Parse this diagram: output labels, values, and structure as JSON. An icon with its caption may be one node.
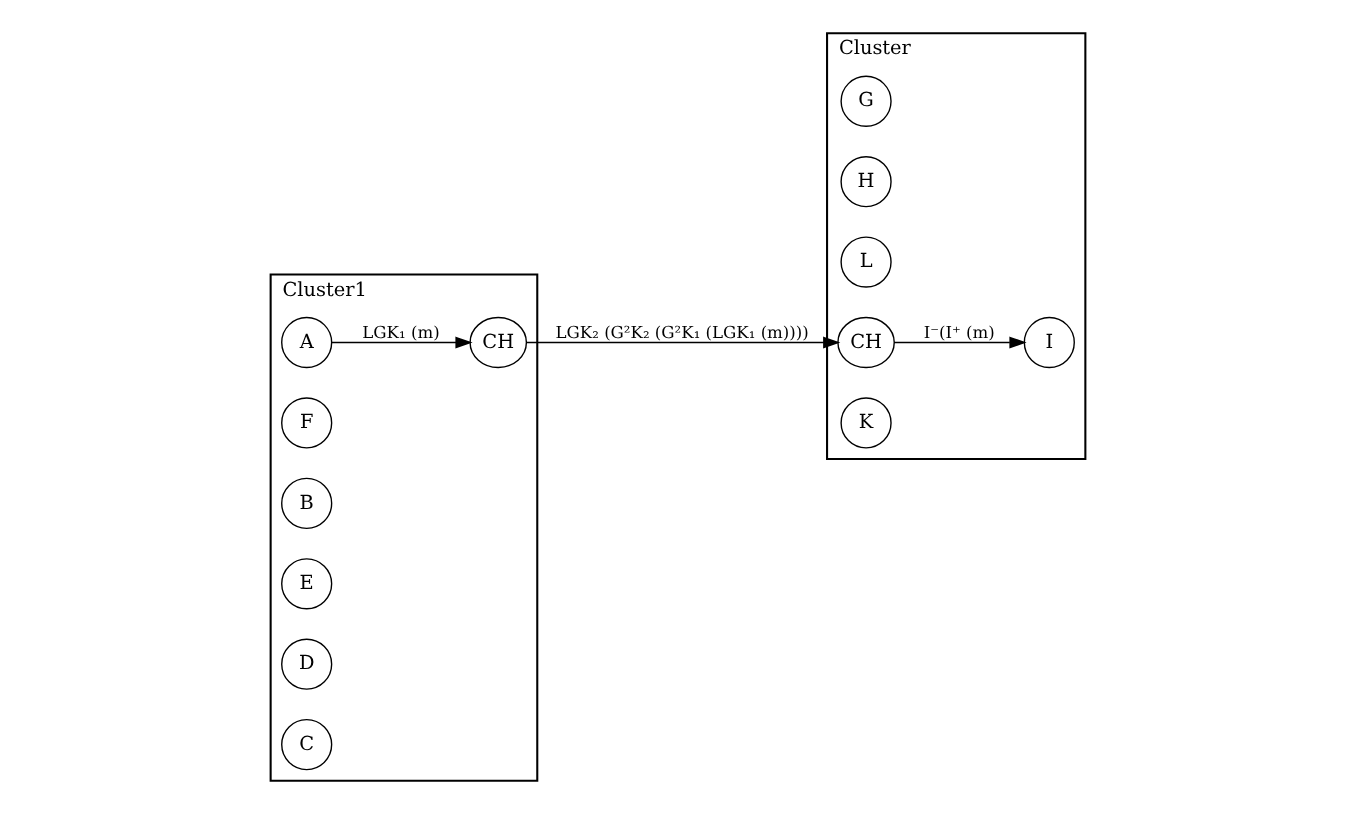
{
  "diagram": {
    "nodes": [
      {
        "text": [
          "Cluster1"
        ]
      },
      {
        "text": [
          "A"
        ],
        "in": 0
      },
      {
        "text": [
          "F"
        ],
        "in": 0
      },
      {
        "text": [
          "B"
        ],
        "in": 0
      },
      {
        "text": [
          "E"
        ],
        "in": 0
      },
      {
        "text": [
          "CH"
        ],
        "in": 0
      },
      {
        "text": [
          "D"
        ],
        "in": 0
      },
      {
        "text": [
          "C"
        ],
        "in": 0
      },
      {
        "text": [
          "Cluster"
        ]
      },
      {
        "text": [
          "G"
        ],
        "in": 8
      },
      {
        "text": [
          "H"
        ],
        "in": 8
      },
      {
        "text": [
          "L"
        ],
        "in": 8
      },
      {
        "text": [
          "CH"
        ],
        "in": 8
      },
      {
        "text": [
          "K"
        ],
        "in": 8
      },
      {
        "text": [
          "I"
        ],
        "in": 8
      }
    ],
    "edges": [
      {
        "from": 1,
        "to": 5,
        "arrow": "to",
        "label": "LGK₁ (m)"
      },
      {
        "from": 5,
        "to": 12,
        "arrow": "to",
        "label": "LGK₂ (G²K₂ (G²K₁ (LGK₁ (m))))"
      },
      {
        "from": 12,
        "to": 14,
        "arrow": "to",
        "label": "I⁻(I⁺ (m)"
      }
    ]
  }
}
